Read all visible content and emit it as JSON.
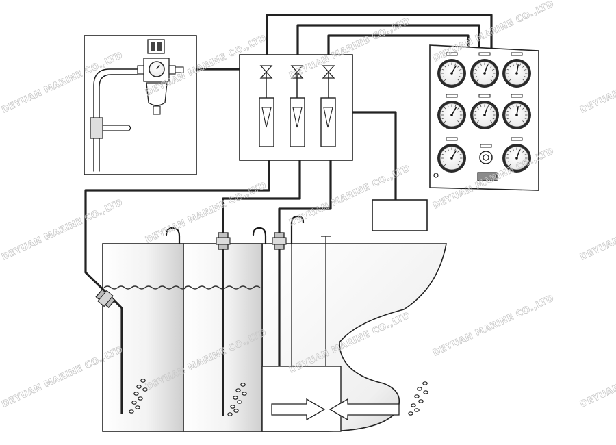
{
  "watermark": {
    "text": "DEYUAN MARINE CO.,LTD",
    "color": "#c9c9c9"
  },
  "components": {
    "air_supply_unit": "filter-regulator-with-gauge",
    "distribution_box": "3-channel valve and flowmeter panel",
    "gauge_panel": "8 pressure gauges",
    "tanks": 3
  },
  "colors": {
    "line": "#1a1a1a",
    "hull_shade": "#dcdcdc",
    "background": "#ffffff"
  }
}
